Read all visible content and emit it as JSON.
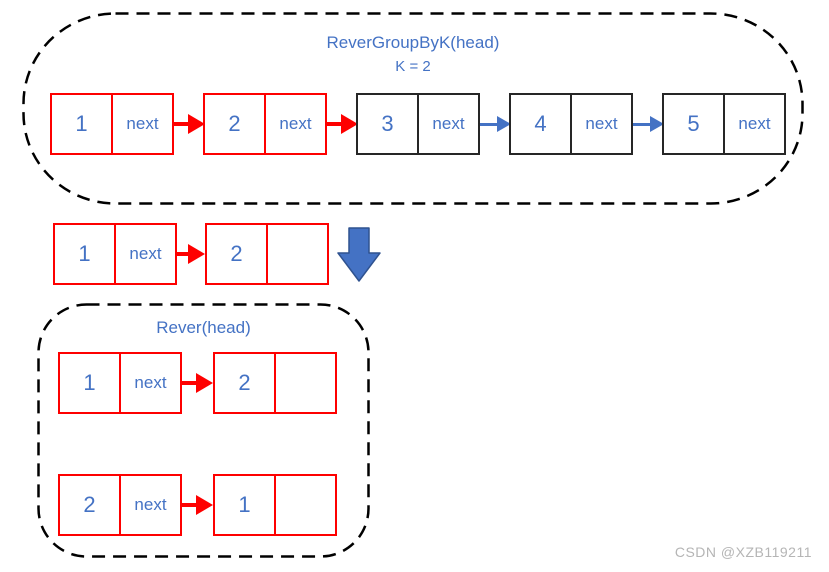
{
  "colors": {
    "accent_blue": "#4472C4",
    "node_red": "#FE0000",
    "node_black": "#262626",
    "dash_black": "#000000",
    "watermark_gray": "#B5B5B5",
    "background": "#FFFFFF"
  },
  "top_group": {
    "title": "ReverGroupByK(head)",
    "subtitle": "K = 2",
    "nodes": [
      {
        "value": "1",
        "pointer": "next",
        "style": "red",
        "arrow_after": "red"
      },
      {
        "value": "2",
        "pointer": "next",
        "style": "red",
        "arrow_after": "red"
      },
      {
        "value": "3",
        "pointer": "next",
        "style": "black",
        "arrow_after": "blue"
      },
      {
        "value": "4",
        "pointer": "next",
        "style": "black",
        "arrow_after": "blue"
      },
      {
        "value": "5",
        "pointer": "next",
        "style": "black",
        "arrow_after": null
      }
    ]
  },
  "middle_row": {
    "nodes": [
      {
        "value": "1",
        "pointer": "next",
        "style": "red",
        "arrow_after": "red"
      },
      {
        "value": "2",
        "pointer": "",
        "style": "red",
        "arrow_after": null
      }
    ],
    "down_arrow": "down-arrow"
  },
  "bottom_group": {
    "title": "Rever(head)",
    "rows": [
      {
        "nodes": [
          {
            "value": "1",
            "pointer": "next",
            "style": "red",
            "arrow_after": "red"
          },
          {
            "value": "2",
            "pointer": "",
            "style": "red",
            "arrow_after": null
          }
        ]
      },
      {
        "nodes": [
          {
            "value": "2",
            "pointer": "next",
            "style": "red",
            "arrow_after": "red"
          },
          {
            "value": "1",
            "pointer": "",
            "style": "red",
            "arrow_after": null
          }
        ]
      }
    ]
  },
  "watermark": "CSDN @XZB119211"
}
